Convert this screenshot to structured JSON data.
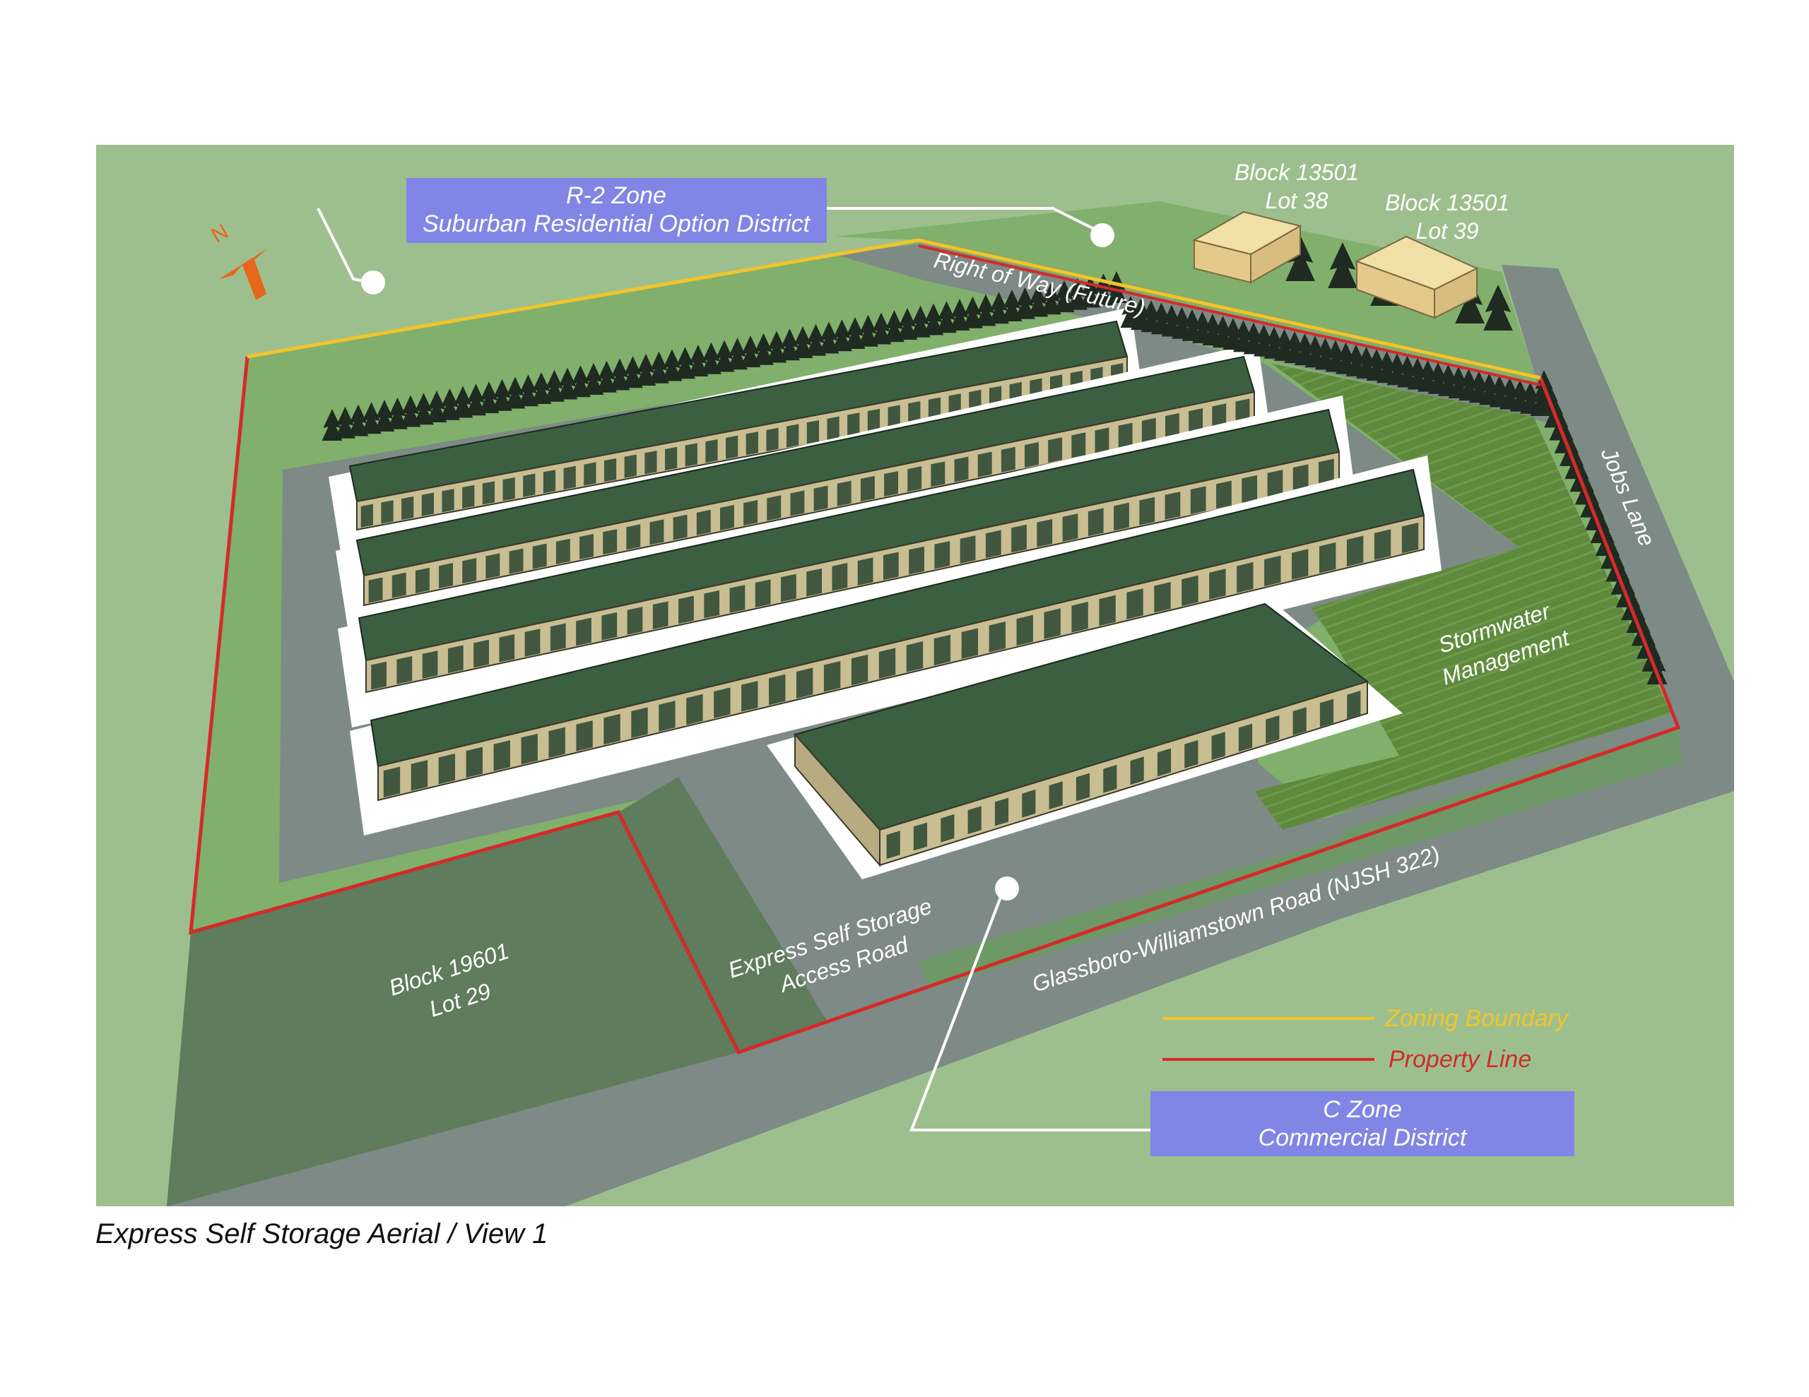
{
  "caption": "Express Self Storage Aerial / View 1",
  "compass": {
    "label": "N",
    "color": "#e8661b"
  },
  "zones": {
    "r2": {
      "line1": "R-2 Zone",
      "line2": "Suburban Residential Option District",
      "color": "#8085e6"
    },
    "c": {
      "line1": "C Zone",
      "line2": "Commercial District",
      "color": "#8085e6"
    }
  },
  "labels": {
    "block13501_38_a": "Block 13501",
    "block13501_38_b": "Lot 38",
    "block13501_39_a": "Block 13501",
    "block13501_39_b": "Lot 39",
    "right_of_way": "Right of Way (Future)",
    "jobs_lane": "Jobs Lane",
    "stormwater_a": "Stormwater",
    "stormwater_b": "Management",
    "glassboro_road": "Glassboro-Williamstown Road (NJSH 322)",
    "access_road_a": "Express Self Storage",
    "access_road_b": "Access Road",
    "block19601_a": "Block 19601",
    "block19601_b": "Lot 29"
  },
  "legend": [
    {
      "label": "Zoning Boundary",
      "color": "#f2c42b"
    },
    {
      "label": "Property Line",
      "color": "#d42a2a"
    }
  ],
  "colors": {
    "grass": "#9dbf8e",
    "grass_site": "#80b06c",
    "road": "#7e8a85",
    "roof": "#3c5e41",
    "lot": "#5f7c5c",
    "storm": "#5f8a3e"
  }
}
